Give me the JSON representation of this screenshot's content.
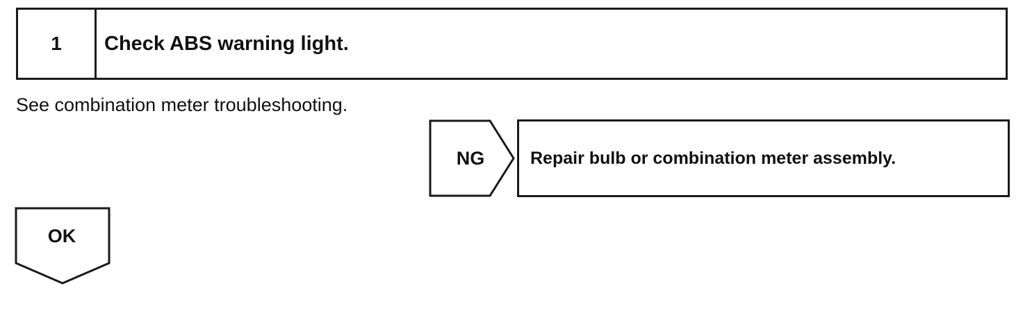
{
  "step": {
    "number": "1",
    "title": "Check ABS warning light."
  },
  "instruction": "See combination meter troubleshooting.",
  "ng_branch": {
    "label": "NG",
    "action": "Repair bulb or combination meter assembly."
  },
  "ok_branch": {
    "label": "OK"
  }
}
